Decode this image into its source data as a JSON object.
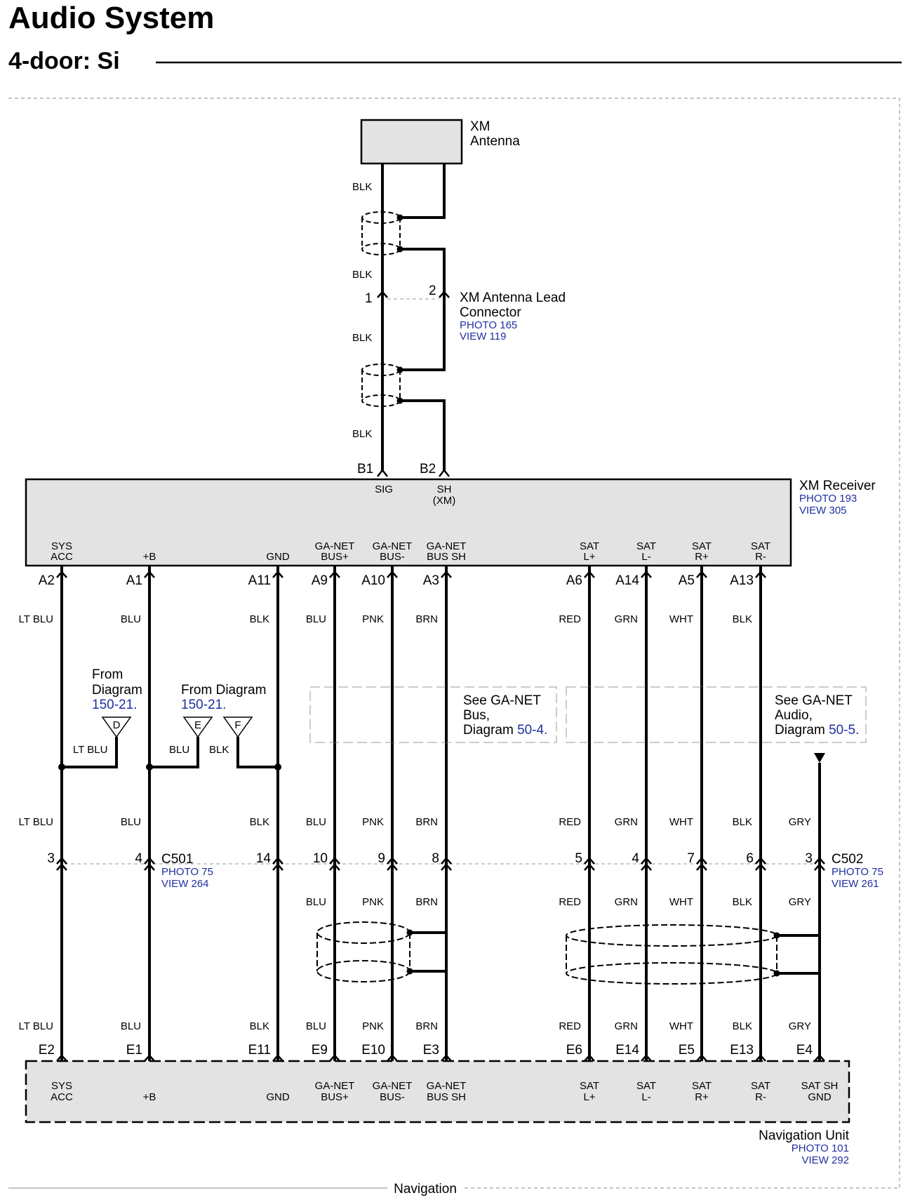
{
  "title": "Audio System",
  "subtitle": "4-door: Si",
  "footer": "Navigation",
  "xm_antenna": {
    "line1": "XM",
    "line2": "Antenna"
  },
  "antenna_lead": {
    "line1": "XM Antenna Lead",
    "line2": "Connector",
    "photo": "PHOTO 165",
    "view": "VIEW 119",
    "pin1": "1",
    "pin2": "2"
  },
  "antenna_colors": [
    "BLK",
    "BLK",
    "BLK",
    "BLK"
  ],
  "xm_receiver": {
    "name": "XM Receiver",
    "photo": "PHOTO 193",
    "view": "VIEW 305",
    "top_pins": [
      {
        "id": "B1",
        "label": "SIG"
      },
      {
        "id": "B2",
        "label": "SH",
        "label2": "(XM)"
      }
    ]
  },
  "nav_unit": {
    "name": "Navigation Unit",
    "photo": "PHOTO 101",
    "view": "VIEW 292"
  },
  "c501": {
    "name": "C501",
    "photo": "PHOTO 75",
    "view": "VIEW 264"
  },
  "c502": {
    "name": "C502",
    "photo": "PHOTO 75",
    "view": "VIEW 261"
  },
  "from_diag_1": {
    "line1": "From",
    "line2": "Diagram",
    "ref": "150-21."
  },
  "from_diag_2": {
    "line1": "From Diagram",
    "ref": "150-21."
  },
  "tri_labels": [
    "D",
    "E",
    "F"
  ],
  "tri_colors": [
    "LT BLU",
    "BLU",
    "BLK"
  ],
  "see_bus": {
    "line1": "See GA-NET",
    "line2": "Bus,",
    "line3": "Diagram ",
    "ref": "50-4."
  },
  "see_audio": {
    "line1": "See GA-NET",
    "line2": "Audio,",
    "line3": "Diagram ",
    "ref": "50-5."
  },
  "wires": [
    {
      "rx_pin": "A2",
      "rx_l1": "SYS",
      "rx_l2": "ACC",
      "color": "LT BLU",
      "c_pin": "3",
      "nav_pin": "E2",
      "nav_l1": "SYS",
      "nav_l2": "ACC"
    },
    {
      "rx_pin": "A1",
      "rx_l1": "",
      "rx_l2": "+B",
      "color": "BLU",
      "c_pin": "4",
      "nav_pin": "E1",
      "nav_l1": "",
      "nav_l2": "+B"
    },
    {
      "rx_pin": "A11",
      "rx_l1": "",
      "rx_l2": "GND",
      "color": "BLK",
      "c_pin": "14",
      "nav_pin": "E11",
      "nav_l1": "",
      "nav_l2": "GND"
    },
    {
      "rx_pin": "A9",
      "rx_l1": "GA-NET",
      "rx_l2": "BUS+",
      "color": "BLU",
      "c_pin": "10",
      "nav_pin": "E9",
      "nav_l1": "GA-NET",
      "nav_l2": "BUS+"
    },
    {
      "rx_pin": "A10",
      "rx_l1": "GA-NET",
      "rx_l2": "BUS-",
      "color": "PNK",
      "c_pin": "9",
      "nav_pin": "E10",
      "nav_l1": "GA-NET",
      "nav_l2": "BUS-"
    },
    {
      "rx_pin": "A3",
      "rx_l1": "GA-NET",
      "rx_l2": "BUS SH",
      "color": "BRN",
      "c_pin": "8",
      "nav_pin": "E3",
      "nav_l1": "GA-NET",
      "nav_l2": "BUS SH"
    },
    {
      "rx_pin": "A6",
      "rx_l1": "SAT",
      "rx_l2": "L+",
      "color": "RED",
      "c_pin": "5",
      "nav_pin": "E6",
      "nav_l1": "SAT",
      "nav_l2": "L+"
    },
    {
      "rx_pin": "A14",
      "rx_l1": "SAT",
      "rx_l2": "L-",
      "color": "GRN",
      "c_pin": "4",
      "nav_pin": "E14",
      "nav_l1": "SAT",
      "nav_l2": "L-"
    },
    {
      "rx_pin": "A5",
      "rx_l1": "SAT",
      "rx_l2": "R+",
      "color": "WHT",
      "c_pin": "7",
      "nav_pin": "E5",
      "nav_l1": "SAT",
      "nav_l2": "R+"
    },
    {
      "rx_pin": "A13",
      "rx_l1": "SAT",
      "rx_l2": "R-",
      "color": "BLK",
      "c_pin": "6",
      "nav_pin": "E13",
      "nav_l1": "SAT",
      "nav_l2": "R-"
    },
    {
      "rx_pin": "",
      "rx_l1": "",
      "rx_l2": "",
      "color": "GRY",
      "c_pin": "3",
      "nav_pin": "E4",
      "nav_l1": "SAT SH",
      "nav_l2": "GND"
    }
  ]
}
